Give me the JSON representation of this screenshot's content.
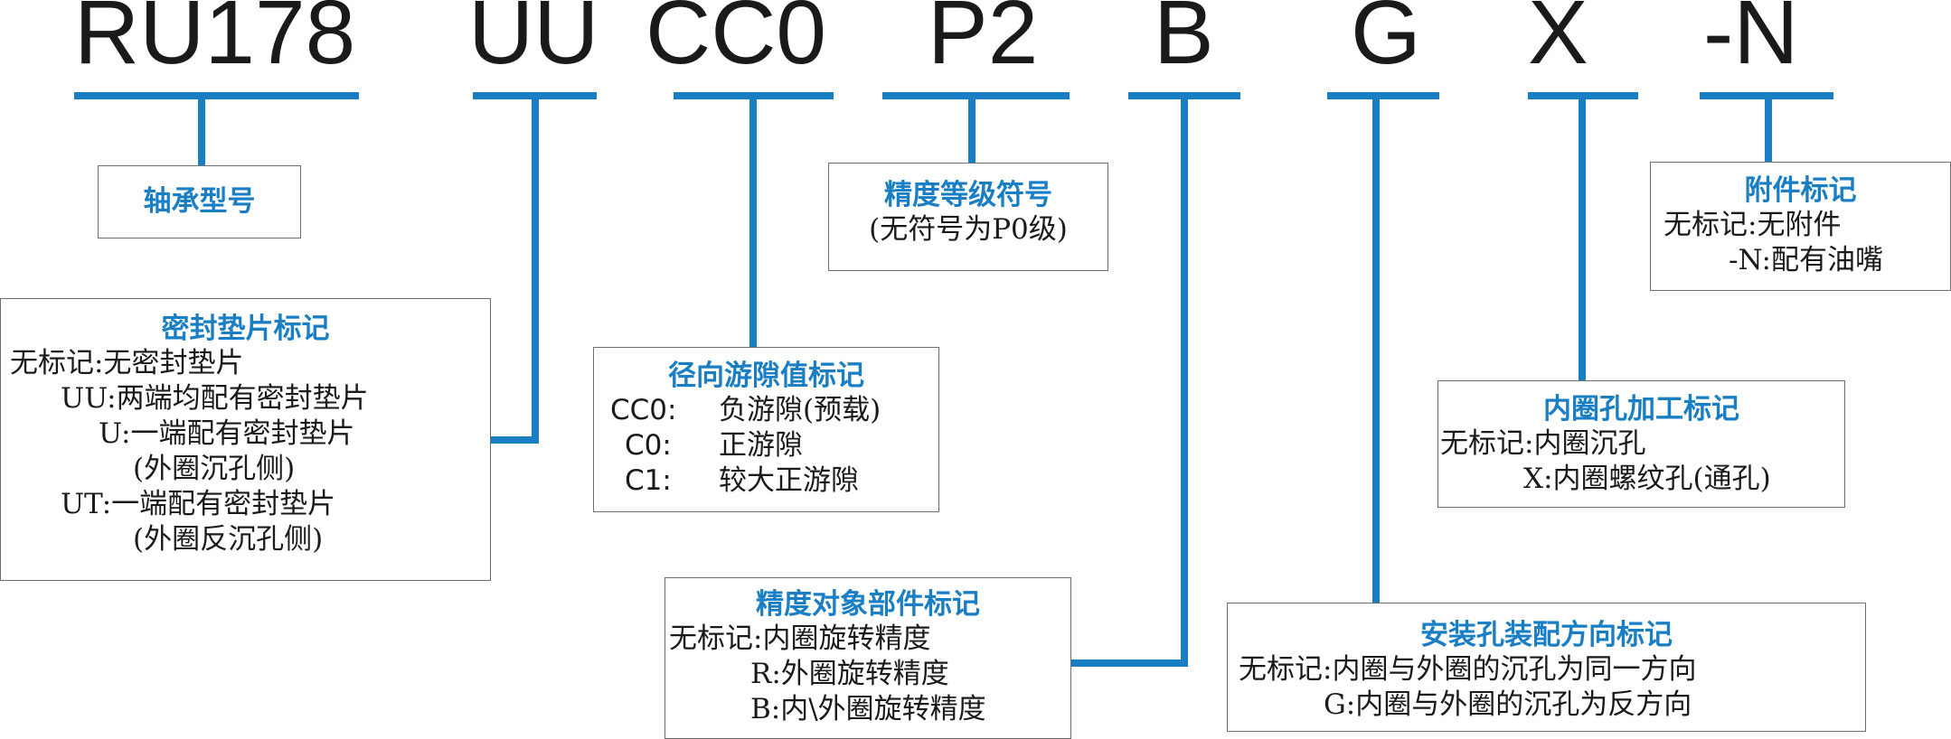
{
  "codes": {
    "c1": "RU178",
    "c2": "UU",
    "c3": "CC0",
    "c4": "P2",
    "c5": "B",
    "c6": "G",
    "c7": "X",
    "c8": "-N"
  },
  "boxes": {
    "model": {
      "title": "轴承型号"
    },
    "seal": {
      "title": "密封垫片标记",
      "lines": [
        "无标记:无密封垫片",
        "UU:两端均配有密封垫片",
        "U:一端配有密封垫片",
        "(外圈沉孔侧)",
        "UT:一端配有密封垫片",
        "(外圈反沉孔侧)"
      ]
    },
    "clearance": {
      "title": "径向游隙值标记",
      "rows": [
        {
          "k": "CC0:",
          "v": "负游隙(预载)"
        },
        {
          "k": "C0:",
          "v": "正游隙"
        },
        {
          "k": "C1:",
          "v": "较大正游隙"
        }
      ]
    },
    "precision": {
      "title": "精度等级符号",
      "lines": [
        "(无符号为P0级)"
      ]
    },
    "precision_target": {
      "title": "精度对象部件标记",
      "lines": [
        "无标记:内圈旋转精度",
        "R:外圈旋转精度",
        "B:内\\外圈旋转精度"
      ]
    },
    "mounting": {
      "title": "安装孔装配方向标记",
      "lines": [
        "无标记:内圈与外圈的沉孔为同一方向",
        "G:内圈与外圈的沉孔为反方向"
      ]
    },
    "inner_hole": {
      "title": "内圈孔加工标记",
      "lines": [
        "无标记:内圈沉孔",
        "X:内圈螺纹孔(通孔)"
      ]
    },
    "attachment": {
      "title": "附件标记",
      "lines": [
        "无标记:无附件",
        "-N:配有油嘴"
      ]
    }
  },
  "colors": {
    "accent": "#1a7ec4",
    "text": "#1a1a1a",
    "border": "#6e6e6e"
  }
}
